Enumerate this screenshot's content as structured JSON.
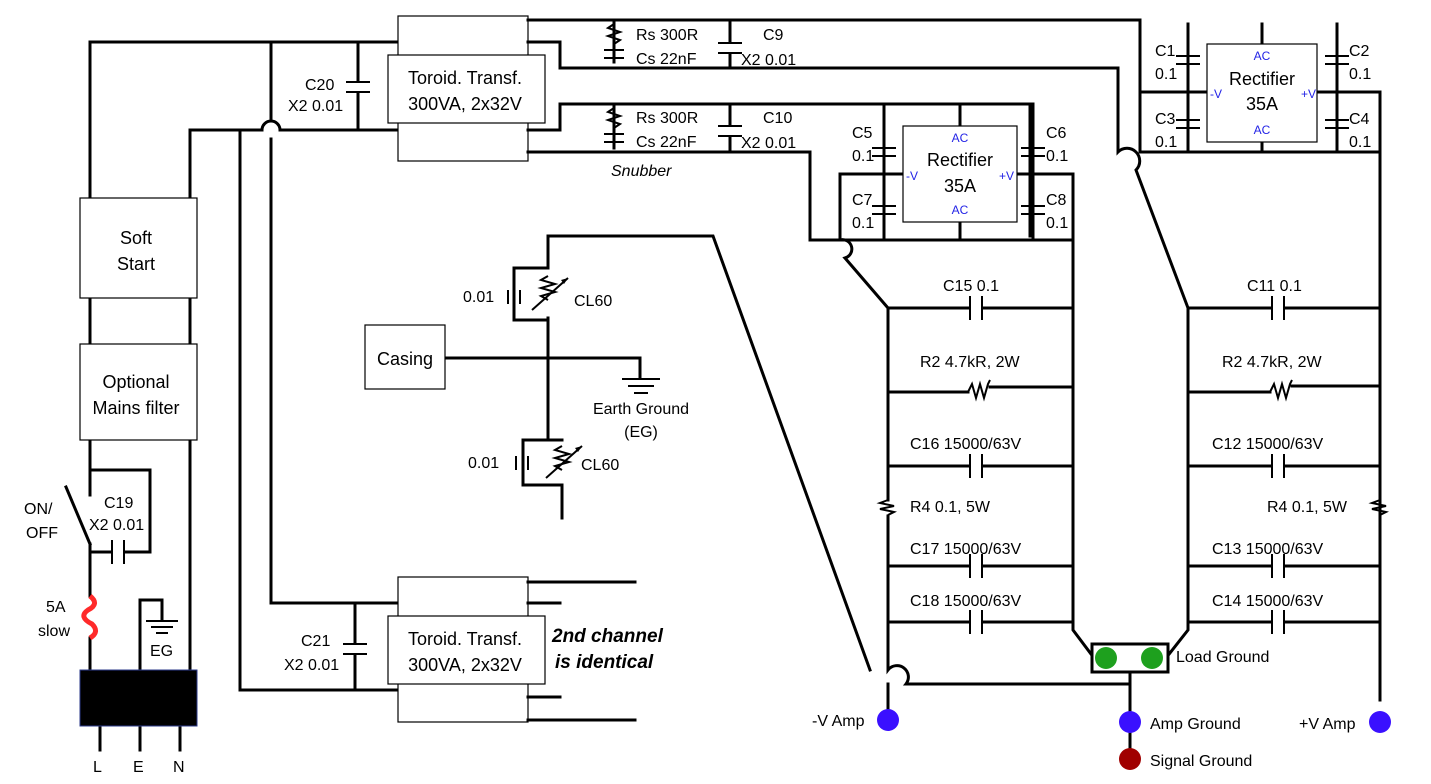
{
  "colors": {
    "wire": "#000000",
    "fuse": "#ff2a2a",
    "terminal_power": "#3a10ff",
    "terminal_signal": "#a00000",
    "load_ground_dot": "#1ea01e",
    "polarity_text": "#2323e6"
  },
  "transformers": [
    {
      "line1": "Toroid. Transf.",
      "line2": "300VA, 2x32V"
    },
    {
      "line1": "Toroid. Transf.",
      "line2": "300VA, 2x32V"
    }
  ],
  "rectifiers": [
    {
      "title": "Rectifier",
      "rating": "35A",
      "ac": "AC",
      "neg": "-V",
      "pos": "+V"
    },
    {
      "title": "Rectifier",
      "rating": "35A",
      "ac": "AC",
      "neg": "-V",
      "pos": "+V"
    }
  ],
  "blocks": {
    "soft_start_1": "Soft",
    "soft_start_2": "Start",
    "mains_filter_1": "Optional",
    "mains_filter_2": "Mains filter",
    "casing": "Casing"
  },
  "labels": {
    "c20": "C20",
    "c20_val": "X2  0.01",
    "c21": "C21",
    "c21_val": "X2  0.01",
    "c19": "C19",
    "c19_val": "X2 0.01",
    "on_off_1": "ON/",
    "on_off_2": "OFF",
    "fuse_1": "5A",
    "fuse_2": "slow",
    "eg_small": "EG",
    "plug_l": "L",
    "plug_e": "E",
    "plug_n": "N",
    "rs1": "Rs 300R",
    "cs1": "Cs 22nF",
    "rs2": "Rs 300R",
    "cs2": "Cs 22nF",
    "c9": "C9",
    "c9_val": "X2  0.01",
    "c10": "C10",
    "c10_val": "X2  0.01",
    "snubber": "Snubber",
    "c1": "C1",
    "c1_val": "0.1",
    "c2": "C2",
    "c2_val": "0.1",
    "c3": "C3",
    "c3_val": "0.1",
    "c4": "C4",
    "c4_val": "0.1",
    "c5": "C5",
    "c5_val": "0.1",
    "c6": "C6",
    "c6_val": "0.1",
    "c7": "C7",
    "c7_val": "0.1",
    "c8": "C8",
    "c8_val": "0.1",
    "cl60_cap_top": "0.01",
    "cl60_top": "CL60",
    "cl60_cap_bot": "0.01",
    "cl60_bot": "CL60",
    "earth_1": "Earth Ground",
    "earth_2": "(EG)",
    "second_1": "2nd channel",
    "second_2": "is identical",
    "c15": "C15  0.1",
    "r2_left": "R2  4.7kR, 2W",
    "c16": "C16  15000/63V",
    "r4_left": "R4  0.1, 5W",
    "c17": "C17  15000/63V",
    "c18": "C18  15000/63V",
    "c11": "C11  0.1",
    "r2_right": "R2  4.7kR, 2W",
    "c12": "C12  15000/63V",
    "r4_right": "R4  0.1, 5W",
    "c13": "C13  15000/63V",
    "c14": "C14  15000/63V",
    "load_ground": "Load Ground",
    "neg_amp": "-V Amp",
    "amp_ground": "Amp Ground",
    "pos_amp": "+V Amp",
    "signal_ground": "Signal Ground"
  }
}
